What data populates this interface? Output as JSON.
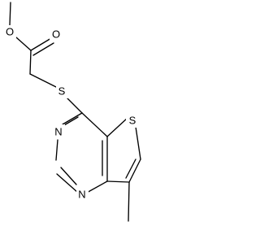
{
  "molecule": {
    "atoms": {
      "carbonyl_oxygen": "O",
      "ester_oxygen": "O",
      "thioether_sulfur": "S",
      "thiophene_sulfur": "S",
      "pyrimidine_nitrogen_upper": "N",
      "pyrimidine_nitrogen_lower": "N"
    }
  },
  "colors": {
    "bond": "#000000",
    "background": "#ffffff"
  }
}
